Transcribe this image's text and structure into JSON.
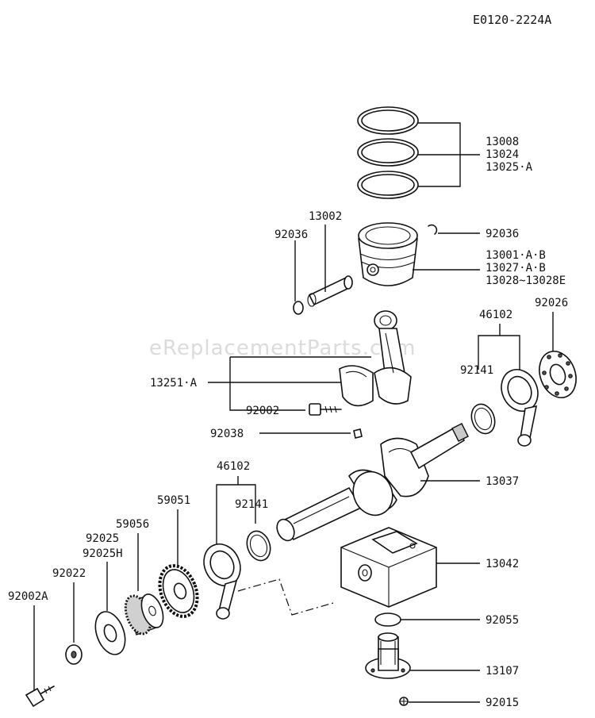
{
  "diagram_id": "E0120-2224A",
  "watermark": "eReplacementParts.com",
  "labels": {
    "ring_1": "13008",
    "ring_2": "13024",
    "ring_3": "13025·A",
    "piston_pin": "13002",
    "clip_left": "92036",
    "clip_right": "92036",
    "piston_1": "13001·A·B",
    "piston_2": "13027·A·B",
    "piston_3": "13028~13028E",
    "conrod_upper": "46102",
    "plate": "92026",
    "ring_upper": "92141",
    "conrod_assy": "13251·A",
    "bolt_upper": "92002",
    "key": "92038",
    "crankshaft": "13037",
    "conrod_lower": "46102",
    "ring_lower": "92141",
    "gear": "59051",
    "balancer": "59056",
    "washer_1": "92025",
    "washer_2": "92025H",
    "washer_small": "92022",
    "bolt_lower": "92002A",
    "holder": "13042",
    "oring": "92055",
    "shaft": "13107",
    "nut": "92015"
  }
}
